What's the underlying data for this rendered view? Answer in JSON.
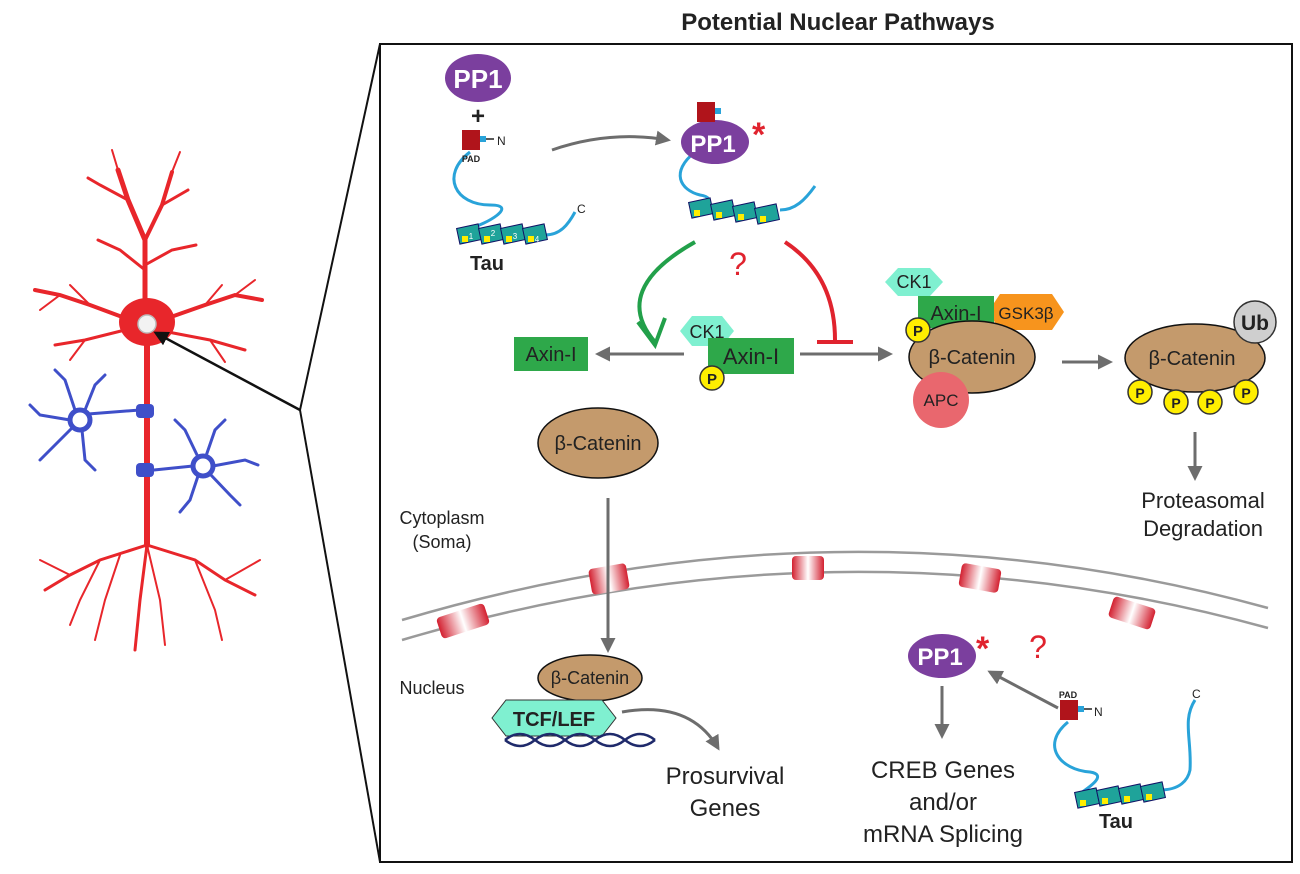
{
  "title": "Potential Nuclear Pathways",
  "labels": {
    "pp1": "PP1",
    "plus": "+",
    "pad": "PAD",
    "n_term": "N",
    "c_term": "C",
    "tau": "Tau",
    "star": "*",
    "question": "?",
    "ck1": "CK1",
    "axin": "Axin-I",
    "gsk3b": "GSK3β",
    "p": "P",
    "beta_catenin": "β-Catenin",
    "apc": "APC",
    "ub": "Ub",
    "proteasomal_1": "Proteasomal",
    "proteasomal_2": "Degradation",
    "cytoplasm_1": "Cytoplasm",
    "cytoplasm_2": "(Soma)",
    "nucleus": "Nucleus",
    "tcf_lef": "TCF/LEF",
    "prosurvival_1": "Prosurvival",
    "prosurvival_2": "Genes",
    "creb_1": "CREB Genes",
    "creb_2": "and/or",
    "creb_3": "mRNA Splicing",
    "repeat_1": "1",
    "repeat_2": "2",
    "repeat_3": "3",
    "repeat_4": "4"
  },
  "colors": {
    "neuron": "#e8262b",
    "glia": "#3f4fc9",
    "pp1": "#7b3f9e",
    "axin": "#2ea84a",
    "ck1": "#7ff0d0",
    "catenin": "#c49a6c",
    "gsk3b": "#f7941d",
    "apc": "#e9676e",
    "phospho": "#ffee00",
    "tau_chain": "#29a3d9",
    "tau_repeat": "#1fa39a",
    "arrow_gray": "#6d6d6d",
    "activation": "#22a04a",
    "inhibition": "#e0232e",
    "ub": "#cfcfcf"
  }
}
